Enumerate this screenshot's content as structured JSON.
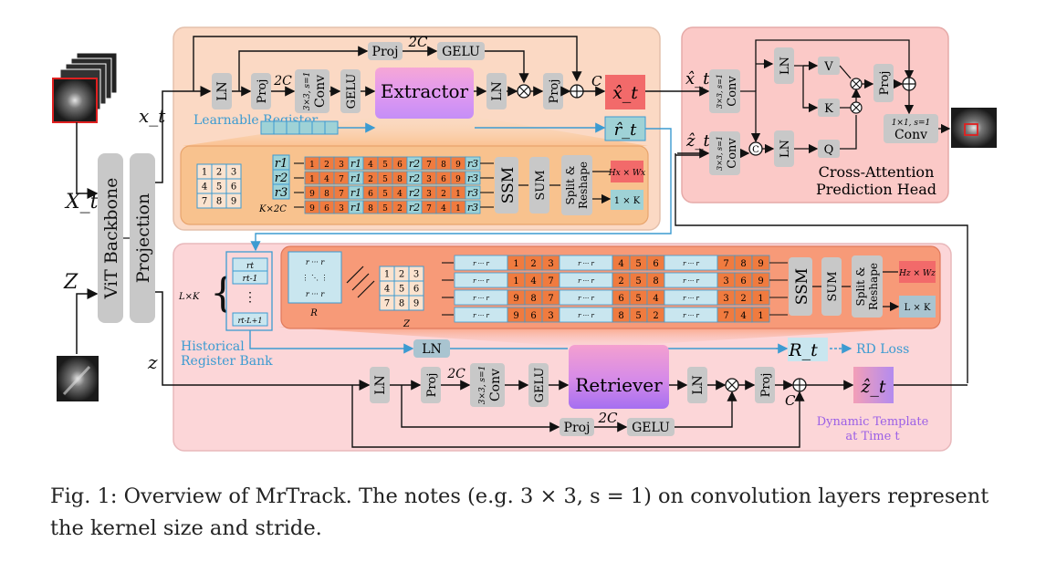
{
  "inputs": {
    "x_t": "x_t",
    "X_t": "X_t",
    "Z": "Z",
    "z": "z"
  },
  "backbone": {
    "vit": "ViT Backbone",
    "projection": "Projection"
  },
  "extractor_branch": {
    "ln1": "LN",
    "proj1": "Proj",
    "two_c": "2C",
    "conv_note": "3×3, s=1",
    "conv": "Conv",
    "gelu": "GELU",
    "top_proj": "Proj",
    "top_two_c": "2C",
    "top_gelu": "GELU",
    "extractor": "Extractor",
    "ln2": "LN",
    "proj2": "Proj",
    "c_label": "C",
    "x_hat": "x̂_t",
    "r_hat": "r̂_t",
    "learnable_register": "Learnable\nRegister"
  },
  "extractor_detail": {
    "grid": [
      "1",
      "2",
      "3",
      "4",
      "5",
      "6",
      "7",
      "8",
      "9"
    ],
    "register_tokens": [
      "r1",
      "r2",
      "r3"
    ],
    "kx2c": "K×2C",
    "rows": [
      [
        "1",
        "2",
        "3",
        "r1",
        "4",
        "5",
        "6",
        "r2",
        "7",
        "8",
        "9",
        "r3"
      ],
      [
        "1",
        "4",
        "7",
        "r1",
        "2",
        "5",
        "8",
        "r2",
        "3",
        "6",
        "9",
        "r3"
      ],
      [
        "9",
        "8",
        "7",
        "r1",
        "6",
        "5",
        "4",
        "r2",
        "3",
        "2",
        "1",
        "r3"
      ],
      [
        "9",
        "6",
        "3",
        "r1",
        "8",
        "5",
        "2",
        "r2",
        "7",
        "4",
        "1",
        "r3"
      ]
    ],
    "ssm": "SSM",
    "sum": "SUM",
    "split": "Split &\nReshape",
    "out1": "Hx × Wx",
    "out2": "1 × K"
  },
  "head": {
    "x_hat": "x̂_t",
    "z_hat": "ẑ_t",
    "conv_note": "3×3, s=1",
    "conv": "Conv",
    "concat": "C",
    "ln1": "LN",
    "ln2": "LN",
    "v": "V",
    "k": "K",
    "q": "Q",
    "proj": "Proj",
    "final_note": "1×1, s=1",
    "final_conv": "Conv",
    "title": "Cross-Attention\nPrediction Head"
  },
  "retriever_detail": {
    "lxk": "L×K",
    "bank_rows": [
      "rt",
      "rt-1",
      "⋮",
      "rt-L+1"
    ],
    "r_label": "R",
    "z_label": "Z",
    "grid": [
      "1",
      "2",
      "3",
      "4",
      "5",
      "6",
      "7",
      "8",
      "9"
    ],
    "rows": [
      [
        "1",
        "2",
        "3",
        "4",
        "5",
        "6",
        "7",
        "8",
        "9"
      ],
      [
        "1",
        "4",
        "7",
        "2",
        "5",
        "8",
        "3",
        "6",
        "9"
      ],
      [
        "9",
        "8",
        "7",
        "6",
        "5",
        "4",
        "3",
        "2",
        "1"
      ],
      [
        "9",
        "6",
        "3",
        "8",
        "5",
        "2",
        "7",
        "4",
        "1"
      ]
    ],
    "ssm": "SSM",
    "sum": "SUM",
    "split": "Split &\nReshape",
    "out1": "Hz × Wz",
    "out2": "L × K"
  },
  "retriever_branch": {
    "bank_label": "Historical\nRegister Bank",
    "ln_bank": "LN",
    "R_t": "R_t",
    "rd_loss": "RD Loss",
    "ln1": "LN",
    "proj1": "Proj",
    "two_c": "2C",
    "conv_note": "3×3, s=1",
    "conv": "Conv",
    "gelu": "GELU",
    "retriever": "Retriever",
    "ln2": "LN",
    "proj2": "Proj",
    "c_label": "C",
    "z_hat": "ẑ_t",
    "bottom_proj": "Proj",
    "bottom_two_c": "2C",
    "bottom_gelu": "GELU",
    "dynamic_template": "Dynamic Template\nat Time t"
  },
  "caption": "Fig. 1: Overview of MrTrack. The notes (e.g. 3 × 3, s = 1) on convolution layers represent the kernel size and stride.",
  "colors": {
    "peach_panel": "#fbd9c4",
    "pink_panel": "#fcd6d8",
    "head_panel": "#fbc9c7",
    "box_gray": "#c8c8c8",
    "orange_cell": "#f07b3f",
    "teal_cell": "#9fd2d6",
    "blue_line": "#3c9bd1",
    "x_hat_red": "#f26a6a",
    "retriever_purple": "#b77ae8"
  }
}
